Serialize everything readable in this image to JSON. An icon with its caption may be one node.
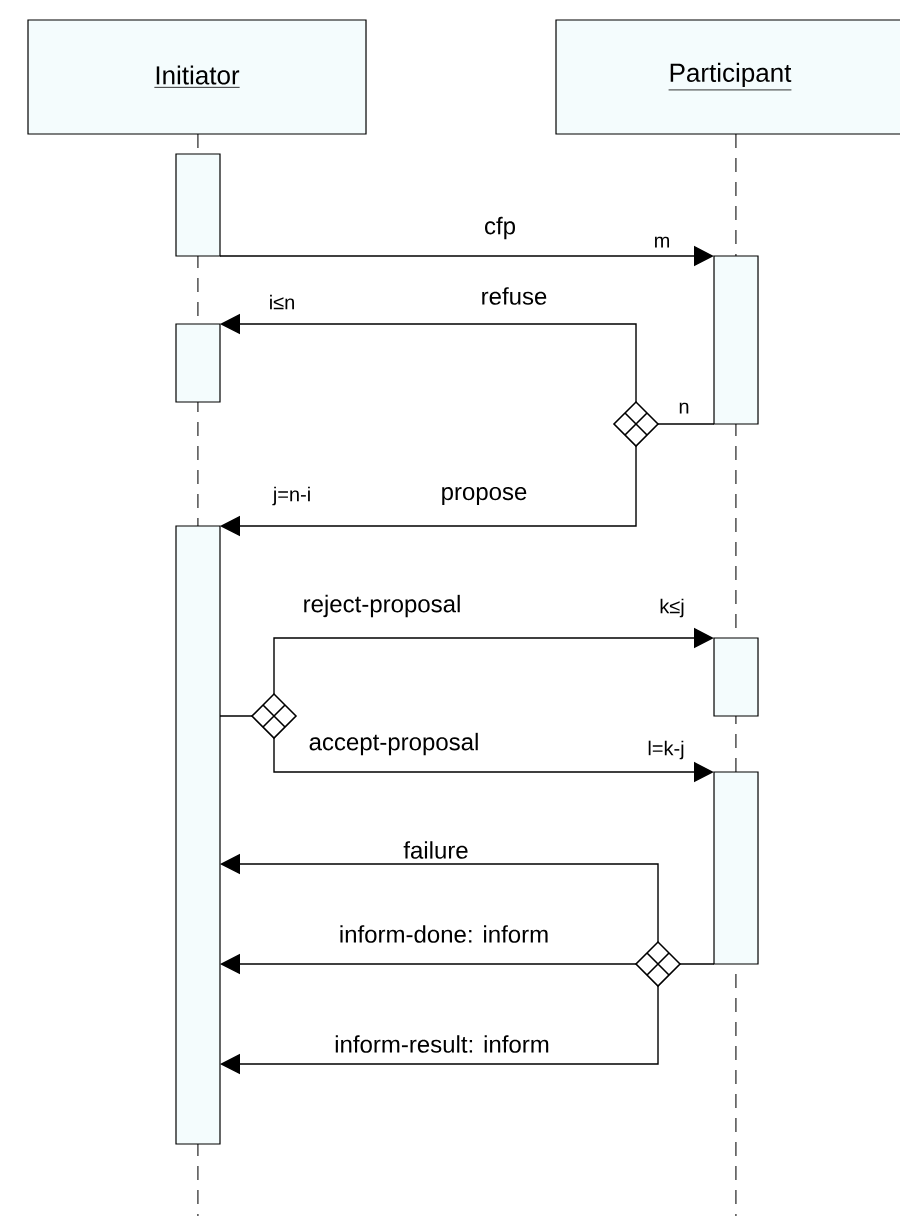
{
  "diagram": {
    "nodes": [
      {
        "text": [
          "Initiator"
        ]
      },
      {
        "text": [
          "Participant"
        ]
      },
      {
        "text": [],
        "shape": "bar"
      },
      {
        "text": [],
        "shape": "bar"
      },
      {
        "text": [],
        "shape": "bar"
      },
      {
        "text": [],
        "shape": "diamond"
      },
      {
        "text": [],
        "shape": "bar"
      },
      {
        "text": [],
        "shape": "diamond"
      },
      {
        "text": [],
        "shape": "bar"
      },
      {
        "text": [],
        "shape": "bar"
      },
      {
        "text": [],
        "shape": "diamond"
      }
    ],
    "edges": [
      {
        "from": 2,
        "to": 3,
        "arrow": "to",
        "label": "cfp"
      },
      {
        "from": 3,
        "to": 5,
        "arrow": "none"
      },
      {
        "from": 5,
        "to": 4,
        "arrow": "to",
        "label": "refuse"
      },
      {
        "from": 5,
        "to": 6,
        "arrow": "to",
        "label": "propose"
      },
      {
        "from": 6,
        "to": 7,
        "arrow": "none"
      },
      {
        "from": 7,
        "to": 8,
        "arrow": "to",
        "label": "reject-proposal"
      },
      {
        "from": 7,
        "to": 9,
        "arrow": "to",
        "label": "accept-proposal"
      },
      {
        "from": 9,
        "to": 10,
        "arrow": "none"
      },
      {
        "from": 10,
        "to": 6,
        "arrow": "to",
        "label": "failure"
      },
      {
        "from": 10,
        "to": 6,
        "arrow": "to",
        "label": "inform-done: inform"
      },
      {
        "from": 10,
        "to": 6,
        "arrow": "to",
        "label": "inform-result: inform"
      }
    ],
    "labels": [
      "m",
      "i≤n",
      "n",
      "j=n-i",
      "k≤j",
      "l=k-j"
    ]
  }
}
